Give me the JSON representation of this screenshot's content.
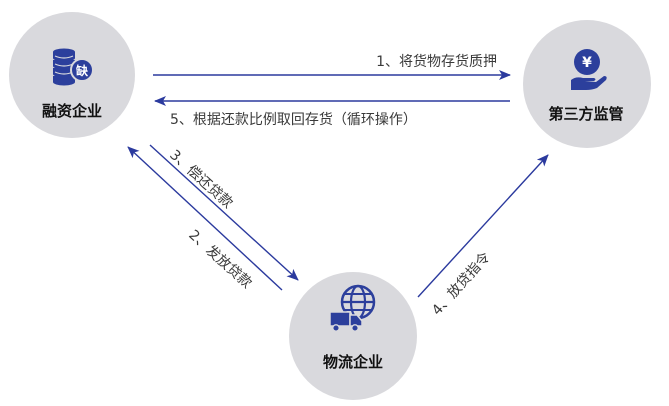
{
  "colors": {
    "circle": "#d9d9dd",
    "icon": "#2c3f9c",
    "arrow": "#2b3a9e",
    "text": "#111111"
  },
  "nodes": {
    "financing": {
      "label": "融资企业",
      "icon": "coin-stack-icon",
      "badge": "缺"
    },
    "supervisor": {
      "label": "第三方监管",
      "icon": "yen-hand-icon",
      "badge": "¥"
    },
    "logistics": {
      "label": "物流企业",
      "icon": "globe-truck-icon"
    }
  },
  "flows": {
    "f1": "1、将货物存货质押",
    "f5": "5、根据还款比例取回存货（循环操作）",
    "f3": "3、偿还贷款",
    "f2": "2、发放贷款",
    "f4": "4、放贷指令"
  }
}
